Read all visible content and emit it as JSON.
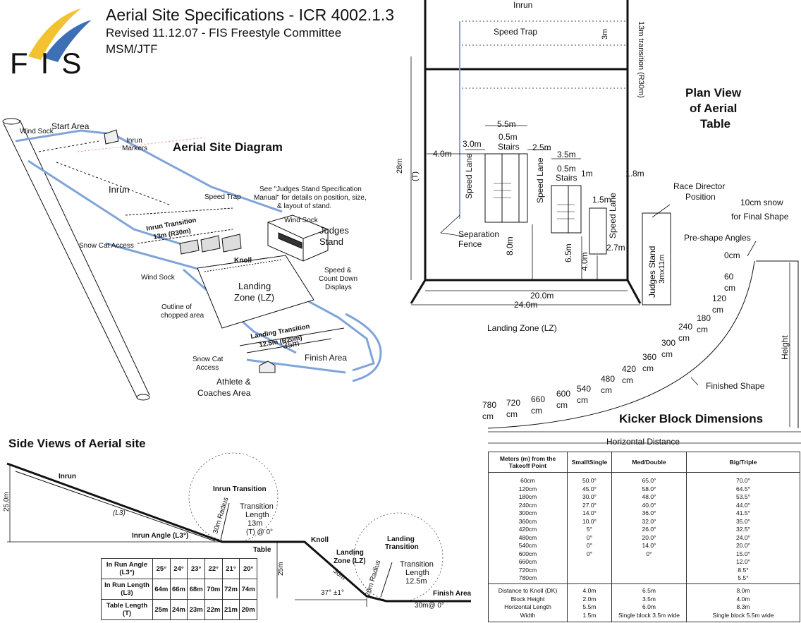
{
  "header": {
    "logo": "FIS",
    "title": "Aerial Site Specifications - ICR 4002.1.3",
    "revised": "Revised 11.12.07 - FIS Freestyle Committee",
    "authors": "MSM/JTF"
  },
  "colors": {
    "line": "#111111",
    "rail": "#7fa4d8",
    "logo_yellow": "#f2c230",
    "logo_blue": "#3c6fb4"
  },
  "site_diagram": {
    "title": "Aerial Site Diagram",
    "labels": {
      "wind_sock_top": "Wind Sock",
      "start_area": "Start Area",
      "inrun_markers_1": "Inrun",
      "inrun_markers_2": "Markers",
      "inrun": "Inrun",
      "speed_trap": "Speed Trap",
      "judges_note_1": "See \"Judges Stand Specification",
      "judges_note_2": "Manual\" for details on position, size,",
      "judges_note_3": "& layout of stand.",
      "wind_sock_judges": "Wind Sock",
      "judges_stand_1": "Judges",
      "judges_stand_2": "Stand",
      "inrun_transition_1": "Inrun Transition",
      "inrun_transition_2": "13m (R30m)",
      "snow_cat_access_1": "Snow Cat Access",
      "knoll": "Knoll",
      "wind_sock_lz": "Wind Sock",
      "speed_displays_1": "Speed &",
      "speed_displays_2": "Count Down",
      "speed_displays_3": "Displays",
      "landing_zone_1": "Landing",
      "landing_zone_2": "Zone (LZ)",
      "chopped_1": "Outline of",
      "chopped_2": "chopped area",
      "landing_transition_1": "Landing Transition",
      "landing_transition_2": "12.5m (R20m)",
      "landing_35": "35m",
      "snow_cat_access_2a": "Snow Cat",
      "snow_cat_access_2b": "Access",
      "finish_area": "Finish Area",
      "athlete_area_1": "Athlete &",
      "athlete_area_2": "Coaches Area"
    }
  },
  "plan_view": {
    "title_1": "Plan View",
    "title_2": "of Aerial",
    "title_3": "Table",
    "labels": {
      "inrun": "Inrun",
      "speed_trap": "Speed Trap",
      "dim_3m": "3m",
      "transition": "13m transition (R30m)",
      "dim_28m": "28m",
      "dim_T": "(T)",
      "dim_4m": "4.0m",
      "dim_3m_b": "3.0m",
      "dim_5_5m": "5.5m",
      "stairs_a_1": "0.5m",
      "stairs_a_2": "Stairs",
      "dim_2_5m": "2.5m",
      "dim_3_5m": "3.5m",
      "stairs_b_1": "0.5m",
      "stairs_b_2": "Stairs",
      "dim_1m": "1m",
      "dim_1_8m": "1.8m",
      "dim_1_5m": "1.5m",
      "speed_lane": "Speed Lane",
      "race_director_1": "Race Director",
      "race_director_2": "Position",
      "separation_fence_1": "Separation",
      "separation_fence_2": "Fence",
      "dim_8m": "8.0m",
      "dim_6_5m": "6.5m",
      "dim_4m_b": "4.0m",
      "dim_2_7m": "2.7m",
      "judges_stand_1": "Judges Stand",
      "judges_stand_2": "3mx11m",
      "dim_20m": "20.0m",
      "dim_24m": "24.0m",
      "landing_zone": "Landing Zone (LZ)"
    }
  },
  "kicker_profile": {
    "snow_1": "10cm snow",
    "snow_2": "for Final Shape",
    "preshape": "Pre-shape Angles",
    "finished": "Finished Shape",
    "height": "Height",
    "horizontal": "Horizontal Distance",
    "marks": [
      {
        "value": "0cm"
      },
      {
        "value": "60",
        "unit": "cm"
      },
      {
        "value": "120",
        "unit": "cm"
      },
      {
        "value": "180",
        "unit": "cm"
      },
      {
        "value": "240",
        "unit": "cm"
      },
      {
        "value": "300",
        "unit": "cm"
      },
      {
        "value": "360",
        "unit": "cm"
      },
      {
        "value": "420",
        "unit": "cm"
      },
      {
        "value": "480",
        "unit": "cm"
      },
      {
        "value": "540",
        "unit": "cm"
      },
      {
        "value": "600",
        "unit": "cm"
      },
      {
        "value": "660",
        "unit": "cm"
      },
      {
        "value": "720",
        "unit": "cm"
      },
      {
        "value": "780",
        "unit": "cm"
      }
    ]
  },
  "kicker_table": {
    "title": "Kicker Block Dimensions",
    "headers": [
      "Meters (m) from the Takeoff Point",
      "Small\\Single",
      "Med/Double",
      "Big/Triple"
    ],
    "distances": [
      "60cm",
      "120cm",
      "180cm",
      "240cm",
      "300cm",
      "360cm",
      "420cm",
      "480cm",
      "540cm",
      "600cm",
      "660cm",
      "720cm",
      "780cm"
    ],
    "small": [
      "50.0°",
      "45.0°",
      "30.0°",
      "27.0°",
      "14.0°",
      "10.0°",
      "5°",
      "0°",
      "0°",
      "0°"
    ],
    "med": [
      "65.0°",
      "58.0°",
      "48.0°",
      "40.0°",
      "36.0°",
      "32.0°",
      "26.0°",
      "20.0°",
      "14.0°",
      "0°"
    ],
    "big": [
      "70.0°",
      "64.5°",
      "53.5°",
      "44.0°",
      "41.5°",
      "35.0°",
      "32.5°",
      "24.0°",
      "20.0°",
      "15.0°",
      "12.0°",
      "8.5°",
      "5.5°"
    ],
    "footer_labels": [
      "Distance to Knoll (DK)",
      "Block Height",
      "Horizontal Length",
      "Width"
    ],
    "footer_small": [
      "4.0m",
      "2.0m",
      "5.5m",
      "1.5m"
    ],
    "footer_med": [
      "6.5m",
      "3.5m",
      "6.0m",
      "Single block 3.5m wide"
    ],
    "footer_big": [
      "8.0m",
      "4.0m",
      "8.3m",
      "Single block 5.5m wide"
    ]
  },
  "side_view": {
    "title": "Side Views of Aerial site",
    "labels": {
      "inrun": "Inrun",
      "l3": "(L3)",
      "dim_25m": "25.0m",
      "inrun_angle": "Inrun Angle (L3°)",
      "inrun_transition": "Inrun Transition",
      "radius_30": "30m Radius",
      "transition_1": "Transition",
      "transition_2": "Length",
      "transition_3": "13m",
      "t_at_0": "(T) @ 0°",
      "table": "Table",
      "knoll": "Knoll",
      "landing_zone_1": "Landing",
      "landing_zone_2": "Zone (LZ)",
      "dim_25m_b": "25m",
      "dim_30m": "30m",
      "angle_37": "37° ±1°",
      "radius_20": "20m Radius",
      "landing_transition_1": "Landing",
      "landing_transition_2": "Transition",
      "lt_length_1": "Transition",
      "lt_length_2": "Length",
      "lt_length_3": "12.5m",
      "finish_area": "Finish Area",
      "dim_30m_0": "30m@ 0°"
    },
    "inrun_table": {
      "row_labels": [
        "In Run Angle (L3°)",
        "In Run Length (L3)",
        "Table Length (T)"
      ],
      "angles": [
        "25°",
        "24°",
        "23°",
        "22°",
        "21°",
        "20°"
      ],
      "lengths": [
        "64m",
        "66m",
        "68m",
        "70m",
        "72m",
        "74m"
      ],
      "tables": [
        "25m",
        "24m",
        "23m",
        "22m",
        "21m",
        "20m"
      ]
    }
  }
}
